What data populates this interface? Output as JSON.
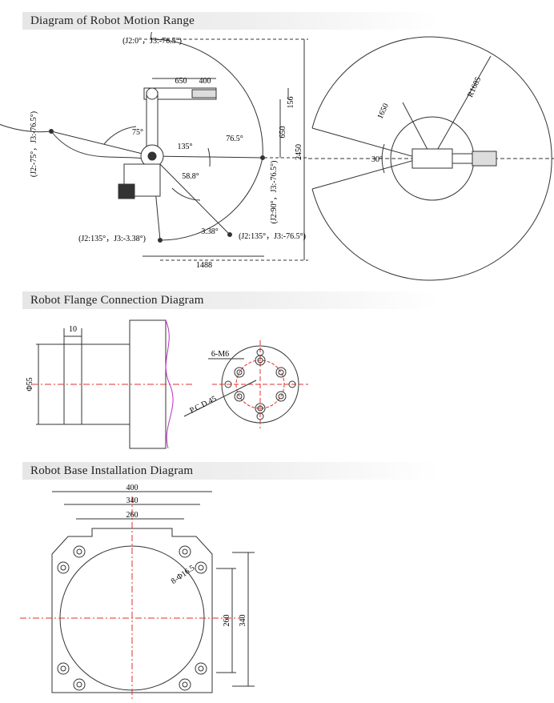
{
  "sections": {
    "motion_range": "Diagram of Robot Motion Range",
    "flange": "Robot Flange Connection Diagram",
    "base": "Robot Base Installation Diagram"
  },
  "motion": {
    "pose_top": "(J2:0°，J3:-76.5°)",
    "pose_left": "(J2:-75°，J3:-76.5°)",
    "pose_right": "(J2:90°，J3:-76.5°)",
    "pose_bottom_left": "(J2:135°，J3:-3.38°)",
    "pose_bottom_right": "(J2:135°，J3:-76.5°)",
    "dim_650": "650",
    "dim_400": "400",
    "dim_156": "156",
    "dim_650_v": "650",
    "dim_2450": "2450",
    "dim_1488": "1488",
    "angle_75": "75°",
    "angle_135": "135°",
    "angle_76_5": "76.5°",
    "angle_58_8": "58.8°",
    "angle_3_38": "3.38°",
    "top_r1": "1650",
    "top_r2": "R1685",
    "top_angle": "30°"
  },
  "flange": {
    "dim_10": "10",
    "dim_phi55": "Φ55",
    "holes": "6-M6",
    "pcd": "P.C.D.45"
  },
  "base": {
    "dim_400": "400",
    "dim_340": "340",
    "dim_260": "260",
    "holes": "8-Φ16.5",
    "dim_260_v": "260",
    "dim_340_v": "340"
  }
}
